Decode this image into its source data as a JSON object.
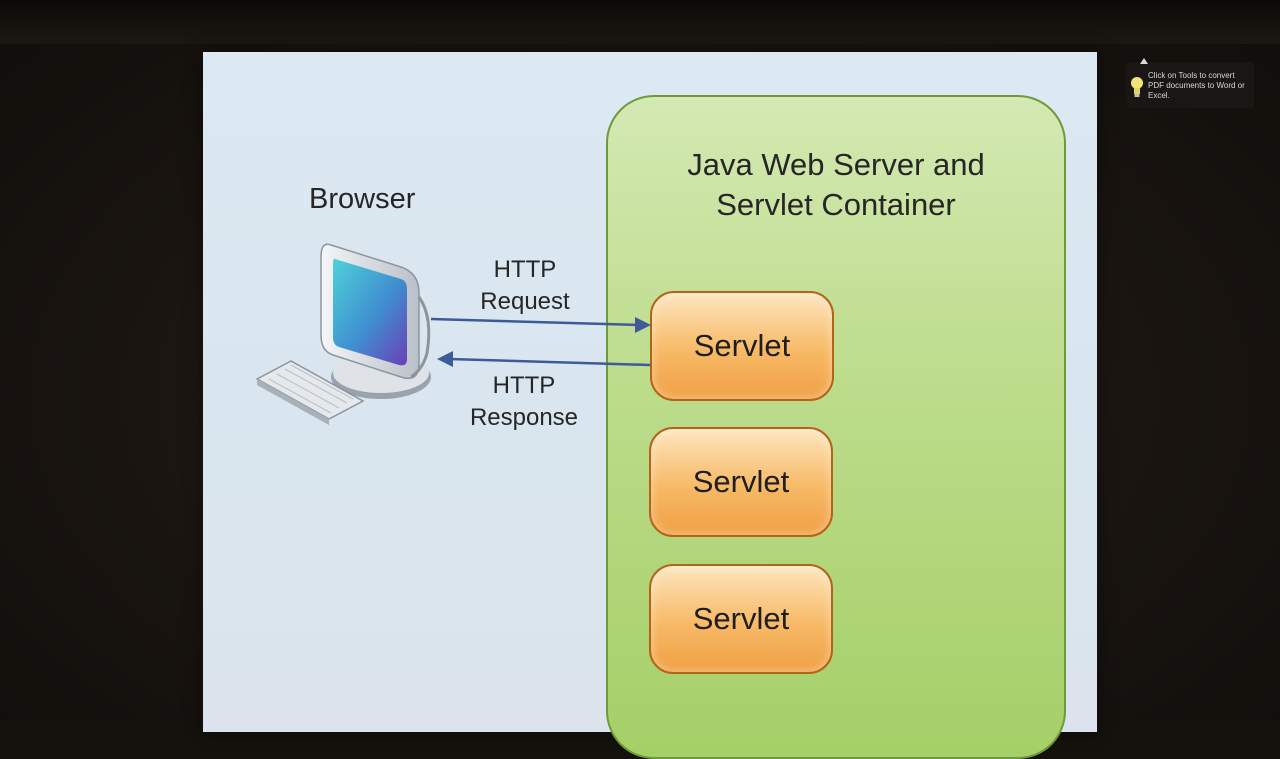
{
  "diagram": {
    "browser_label": "Browser",
    "container_title": "Java Web Server and\nServlet Container",
    "request_label": "HTTP\nRequest",
    "response_label": "HTTP\nResponse",
    "servlets": [
      "Servlet",
      "Servlet",
      "Servlet"
    ]
  },
  "notification": {
    "text": "Click on Tools to convert PDF documents to Word or Excel.",
    "icon": "lightbulb-icon"
  },
  "colors": {
    "container_fill": "#bedd8e",
    "container_border": "#6f9a3a",
    "servlet_fill": "#f7b966",
    "servlet_border": "#b46417",
    "arrow": "#3d5a99"
  }
}
